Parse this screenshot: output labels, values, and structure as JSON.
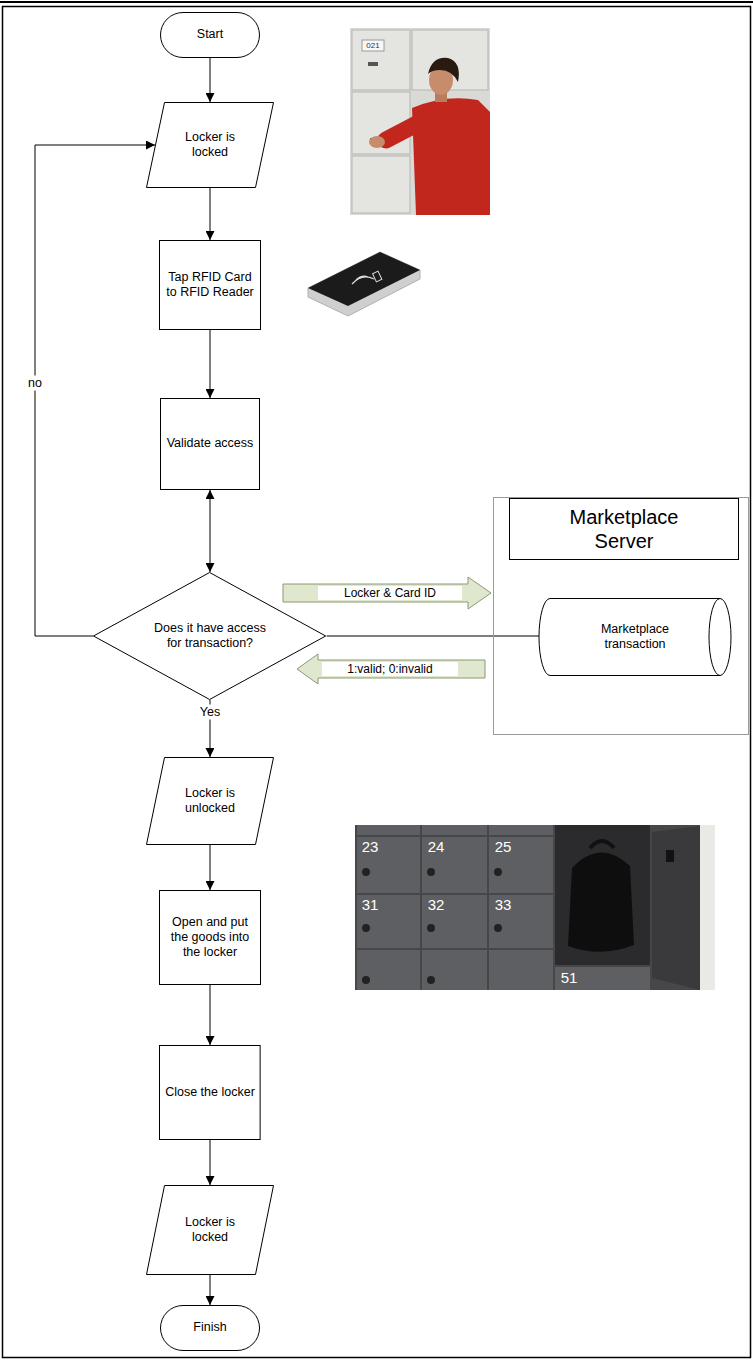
{
  "diagram": {
    "nodes": [
      {
        "text": [
          "Start"
        ]
      },
      {
        "text": [
          "Locker is locked"
        ]
      },
      {
        "text": [
          "Tap RFID Card to RFID Reader"
        ]
      },
      {
        "text": [
          "Validate access"
        ]
      },
      {
        "text": [
          "Does it have access for transaction?"
        ]
      },
      {
        "text": [
          "Marketplace Server"
        ]
      },
      {
        "text": [
          "Marketplace transaction"
        ],
        "in": 5
      },
      {
        "text": [
          "Locker is unlocked"
        ]
      },
      {
        "text": [
          "Open and put the goods into the locker"
        ]
      },
      {
        "text": [
          "Close the locker"
        ]
      },
      {
        "text": [
          "Locker is locked"
        ]
      },
      {
        "text": [
          "Finish"
        ]
      }
    ],
    "edges": [
      {
        "from": 0,
        "to": 1,
        "arrow": "to"
      },
      {
        "from": 1,
        "to": 2,
        "arrow": "to"
      },
      {
        "from": 2,
        "to": 3,
        "arrow": "to"
      },
      {
        "from": 3,
        "to": 4,
        "arrow": "both"
      },
      {
        "from": 4,
        "to": 1,
        "arrow": "to",
        "label": "no"
      },
      {
        "from": 4,
        "to": 6,
        "arrow": "none"
      },
      {
        "from": 4,
        "to": 7,
        "arrow": "to",
        "label": "Yes"
      },
      {
        "from": 7,
        "to": 8,
        "arrow": "to"
      },
      {
        "from": 8,
        "to": 9,
        "arrow": "to"
      },
      {
        "from": 9,
        "to": 10,
        "arrow": "to"
      },
      {
        "from": 10,
        "to": 11,
        "arrow": "to"
      }
    ],
    "labels": [
      "Locker & Card ID",
      "1:valid; 0:invalid",
      "021",
      "23",
      "24",
      "25",
      "31",
      "32",
      "33",
      "51"
    ]
  }
}
